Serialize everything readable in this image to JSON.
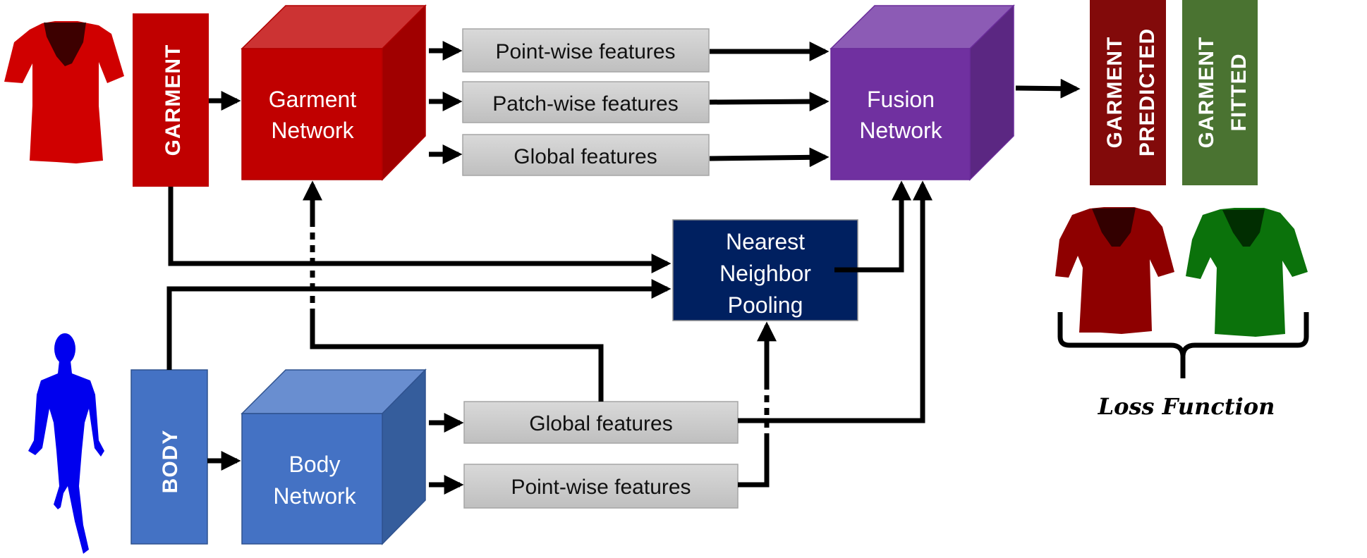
{
  "inputs": {
    "garment_label": "GARMENT",
    "body_label": "BODY"
  },
  "networks": {
    "garment": {
      "line1": "Garment",
      "line2": "Network"
    },
    "body": {
      "line1": "Body",
      "line2": "Network"
    },
    "fusion": {
      "line1": "Fusion",
      "line2": "Network"
    },
    "nn_pooling": {
      "line1": "Nearest",
      "line2": "Neighbor",
      "line3": "Pooling"
    }
  },
  "garment_features": [
    {
      "label": "Point-wise features"
    },
    {
      "label": "Patch-wise features"
    },
    {
      "label": "Global features"
    }
  ],
  "body_features": [
    {
      "label": "Global features"
    },
    {
      "label": "Point-wise features"
    }
  ],
  "outputs": {
    "predicted": {
      "line1": "GARMENT",
      "line2": "PREDICTED"
    },
    "fitted": {
      "line1": "GARMENT",
      "line2": "FITTED"
    }
  },
  "loss_label": "Loss Function",
  "colors": {
    "garment": "#c00000",
    "body": "#4472c4",
    "fusion": "#7030a0",
    "nn_pooling": "#002060",
    "predicted": "#820a0a",
    "fitted": "#4a7331",
    "feature_box": "#d0d0d0"
  }
}
